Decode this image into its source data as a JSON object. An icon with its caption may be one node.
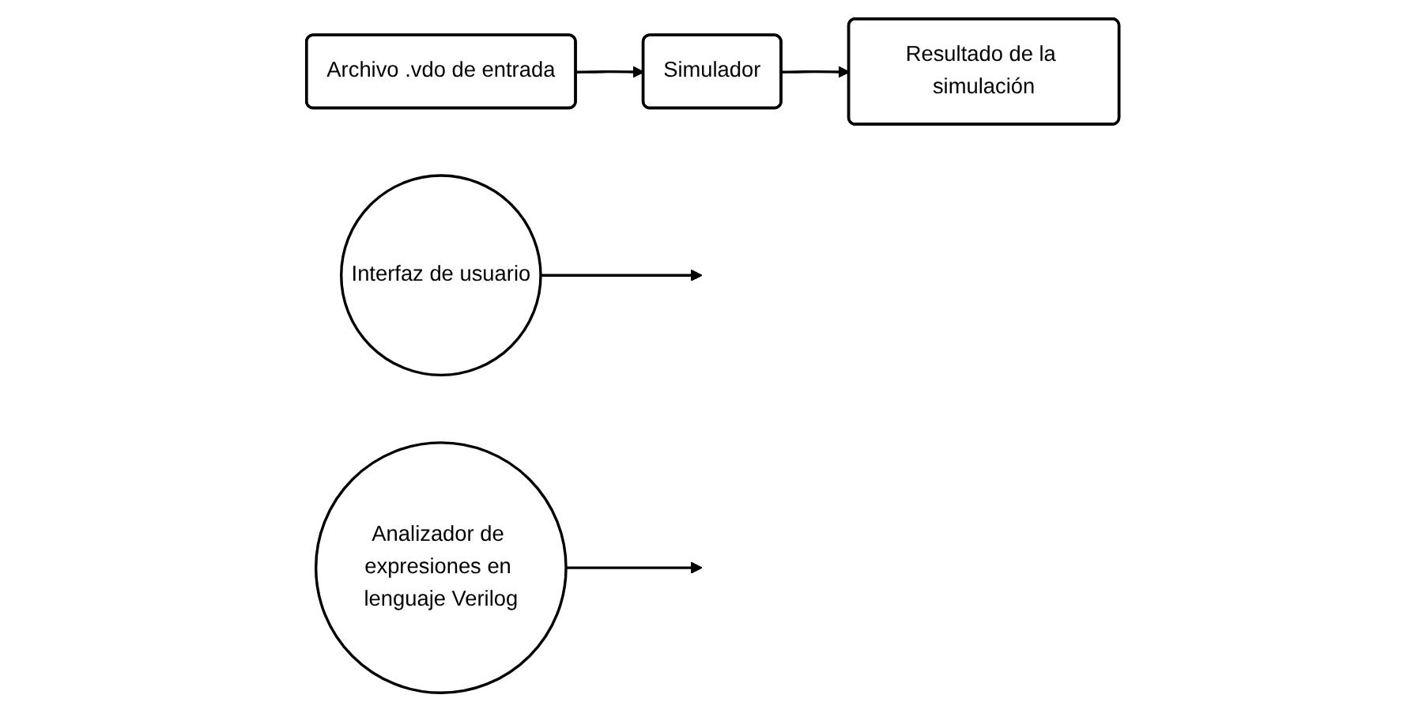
{
  "diagram": {
    "nodes": [
      {
        "text": [
          "Archivo .vdo de entrada"
        ]
      },
      {
        "text": [
          "Simulador"
        ]
      },
      {
        "text": [
          "Resultado de la simulación"
        ]
      },
      {
        "text": [
          "Interfaz de usuario"
        ]
      },
      {
        "text": [
          "Analizador de expresiones en lenguaje Verilog"
        ]
      }
    ],
    "edges": [
      {
        "from": 0,
        "to": 1,
        "arrow": "to"
      },
      {
        "from": 1,
        "to": 2,
        "arrow": "to"
      },
      {
        "from": 3,
        "to": null,
        "arrow": "to"
      },
      {
        "from": 4,
        "to": null,
        "arrow": "to"
      }
    ]
  }
}
